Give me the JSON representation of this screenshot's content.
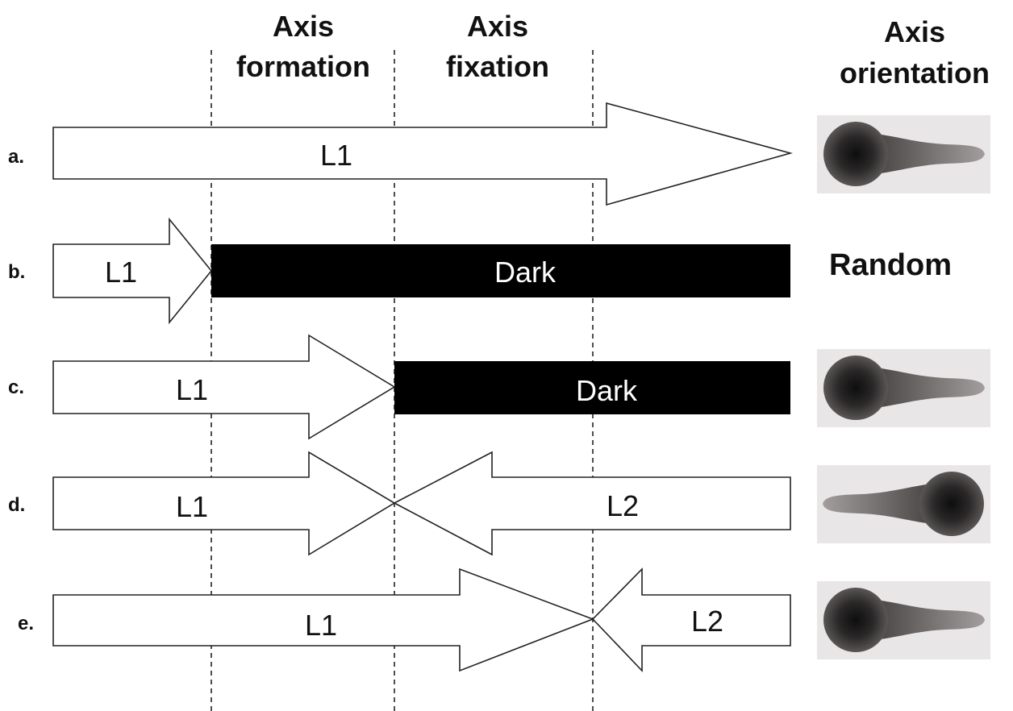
{
  "headers": {
    "formation_line1": "Axis",
    "formation_line2": "formation",
    "fixation_line1": "Axis",
    "fixation_line2": "fixation",
    "orientation_line1": "Axis",
    "orientation_line2": "orientation"
  },
  "rows": [
    {
      "label": "a.",
      "l1": "L1",
      "outcome_image": "embryo-head-left"
    },
    {
      "label": "b.",
      "l1": "L1",
      "dark": "Dark",
      "outcome_text": "Random"
    },
    {
      "label": "c.",
      "l1": "L1",
      "dark": "Dark",
      "outcome_image": "embryo-head-left"
    },
    {
      "label": "d.",
      "l1": "L1",
      "l2": "L2",
      "outcome_image": "embryo-head-right"
    },
    {
      "label": "e.",
      "l1": "L1",
      "l2": "L2",
      "outcome_image": "embryo-head-left"
    }
  ],
  "colors": {
    "dark_bar": "#000000",
    "arrow_fill": "#ffffff",
    "outline": "#222222",
    "photo_bg": "#e8e6e6",
    "embryo_dark": "#1a1a1a",
    "embryo_mid": "#6e6a6a"
  }
}
